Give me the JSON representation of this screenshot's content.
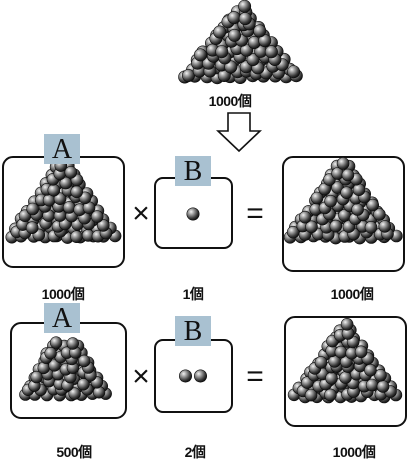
{
  "top": {
    "count_label": "1000個",
    "ball_count": 1000
  },
  "equations": [
    {
      "a": {
        "tag": "A",
        "count_label": "1000個",
        "ball_count": 1000
      },
      "times": "×",
      "b": {
        "tag": "B",
        "count_label": "1個",
        "ball_count": 1
      },
      "equals": "=",
      "result": {
        "count_label": "1000個",
        "ball_count": 1000
      }
    },
    {
      "a": {
        "tag": "A",
        "count_label": "500個",
        "ball_count": 500
      },
      "times": "×",
      "b": {
        "tag": "B",
        "count_label": "2個",
        "ball_count": 2
      },
      "equals": "=",
      "result": {
        "count_label": "1000個",
        "ball_count": 1000
      }
    }
  ],
  "colors": {
    "tag_fill": "#a9c1d1",
    "ball_dark": "#1c1c1c",
    "ball_light": "#f2f2f2",
    "frame": "#111111"
  }
}
